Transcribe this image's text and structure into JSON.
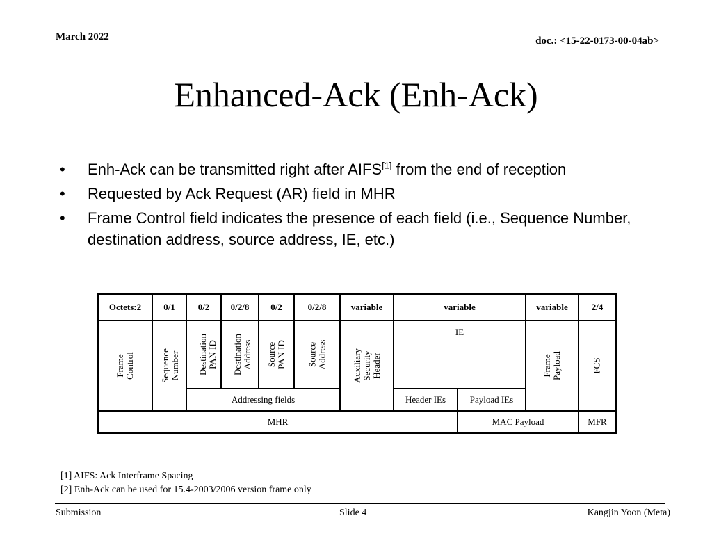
{
  "header": {
    "date": "March 2022",
    "doc": "doc.: <15-22-0173-00-04ab>"
  },
  "title": "Enhanced-Ack (Enh-Ack)",
  "bullets": [
    {
      "before": "Enh-Ack can be transmitted right after AIFS",
      "sup": "[1]",
      "after": " from the end of reception"
    },
    {
      "text": "Requested by Ack Request (AR) field in MHR"
    },
    {
      "text": "Frame Control field indicates the presence of each field (i.e., Sequence Number, destination address, source address, IE, etc.)"
    }
  ],
  "frame_table": {
    "octets": [
      "Octets:2",
      "0/1",
      "0/2",
      "0/2/8",
      "0/2",
      "0/2/8",
      "variable",
      "variable",
      "variable",
      "2/4"
    ],
    "fields": {
      "frame_control": [
        "Frame",
        "Control"
      ],
      "sequence_number": [
        "Sequence",
        "Number"
      ],
      "dest_pan_id": [
        "Destination",
        "PAN ID"
      ],
      "dest_address": [
        "Destination",
        "Address"
      ],
      "src_pan_id": [
        "Source",
        "PAN ID"
      ],
      "src_address": [
        "Source",
        "Address"
      ],
      "aux_security": [
        "Auxiliary",
        "Security",
        "Header"
      ],
      "ie": "IE",
      "frame_payload": [
        "Frame",
        "Payload"
      ],
      "fcs": "FCS"
    },
    "sub": {
      "addressing_fields": "Addressing fields",
      "header_ies": "Header IEs",
      "payload_ies": "Payload IEs"
    },
    "groups": {
      "mhr": "MHR",
      "mac_payload": "MAC Payload",
      "mfr": "MFR"
    }
  },
  "footnotes": [
    "[1] AIFS: Ack Interframe Spacing",
    "[2] Enh-Ack can be used for 15.4-2003/2006 version frame only"
  ],
  "footer": {
    "left": "Submission",
    "center": "Slide 4",
    "right": "Kangjin Yoon (Meta)"
  }
}
